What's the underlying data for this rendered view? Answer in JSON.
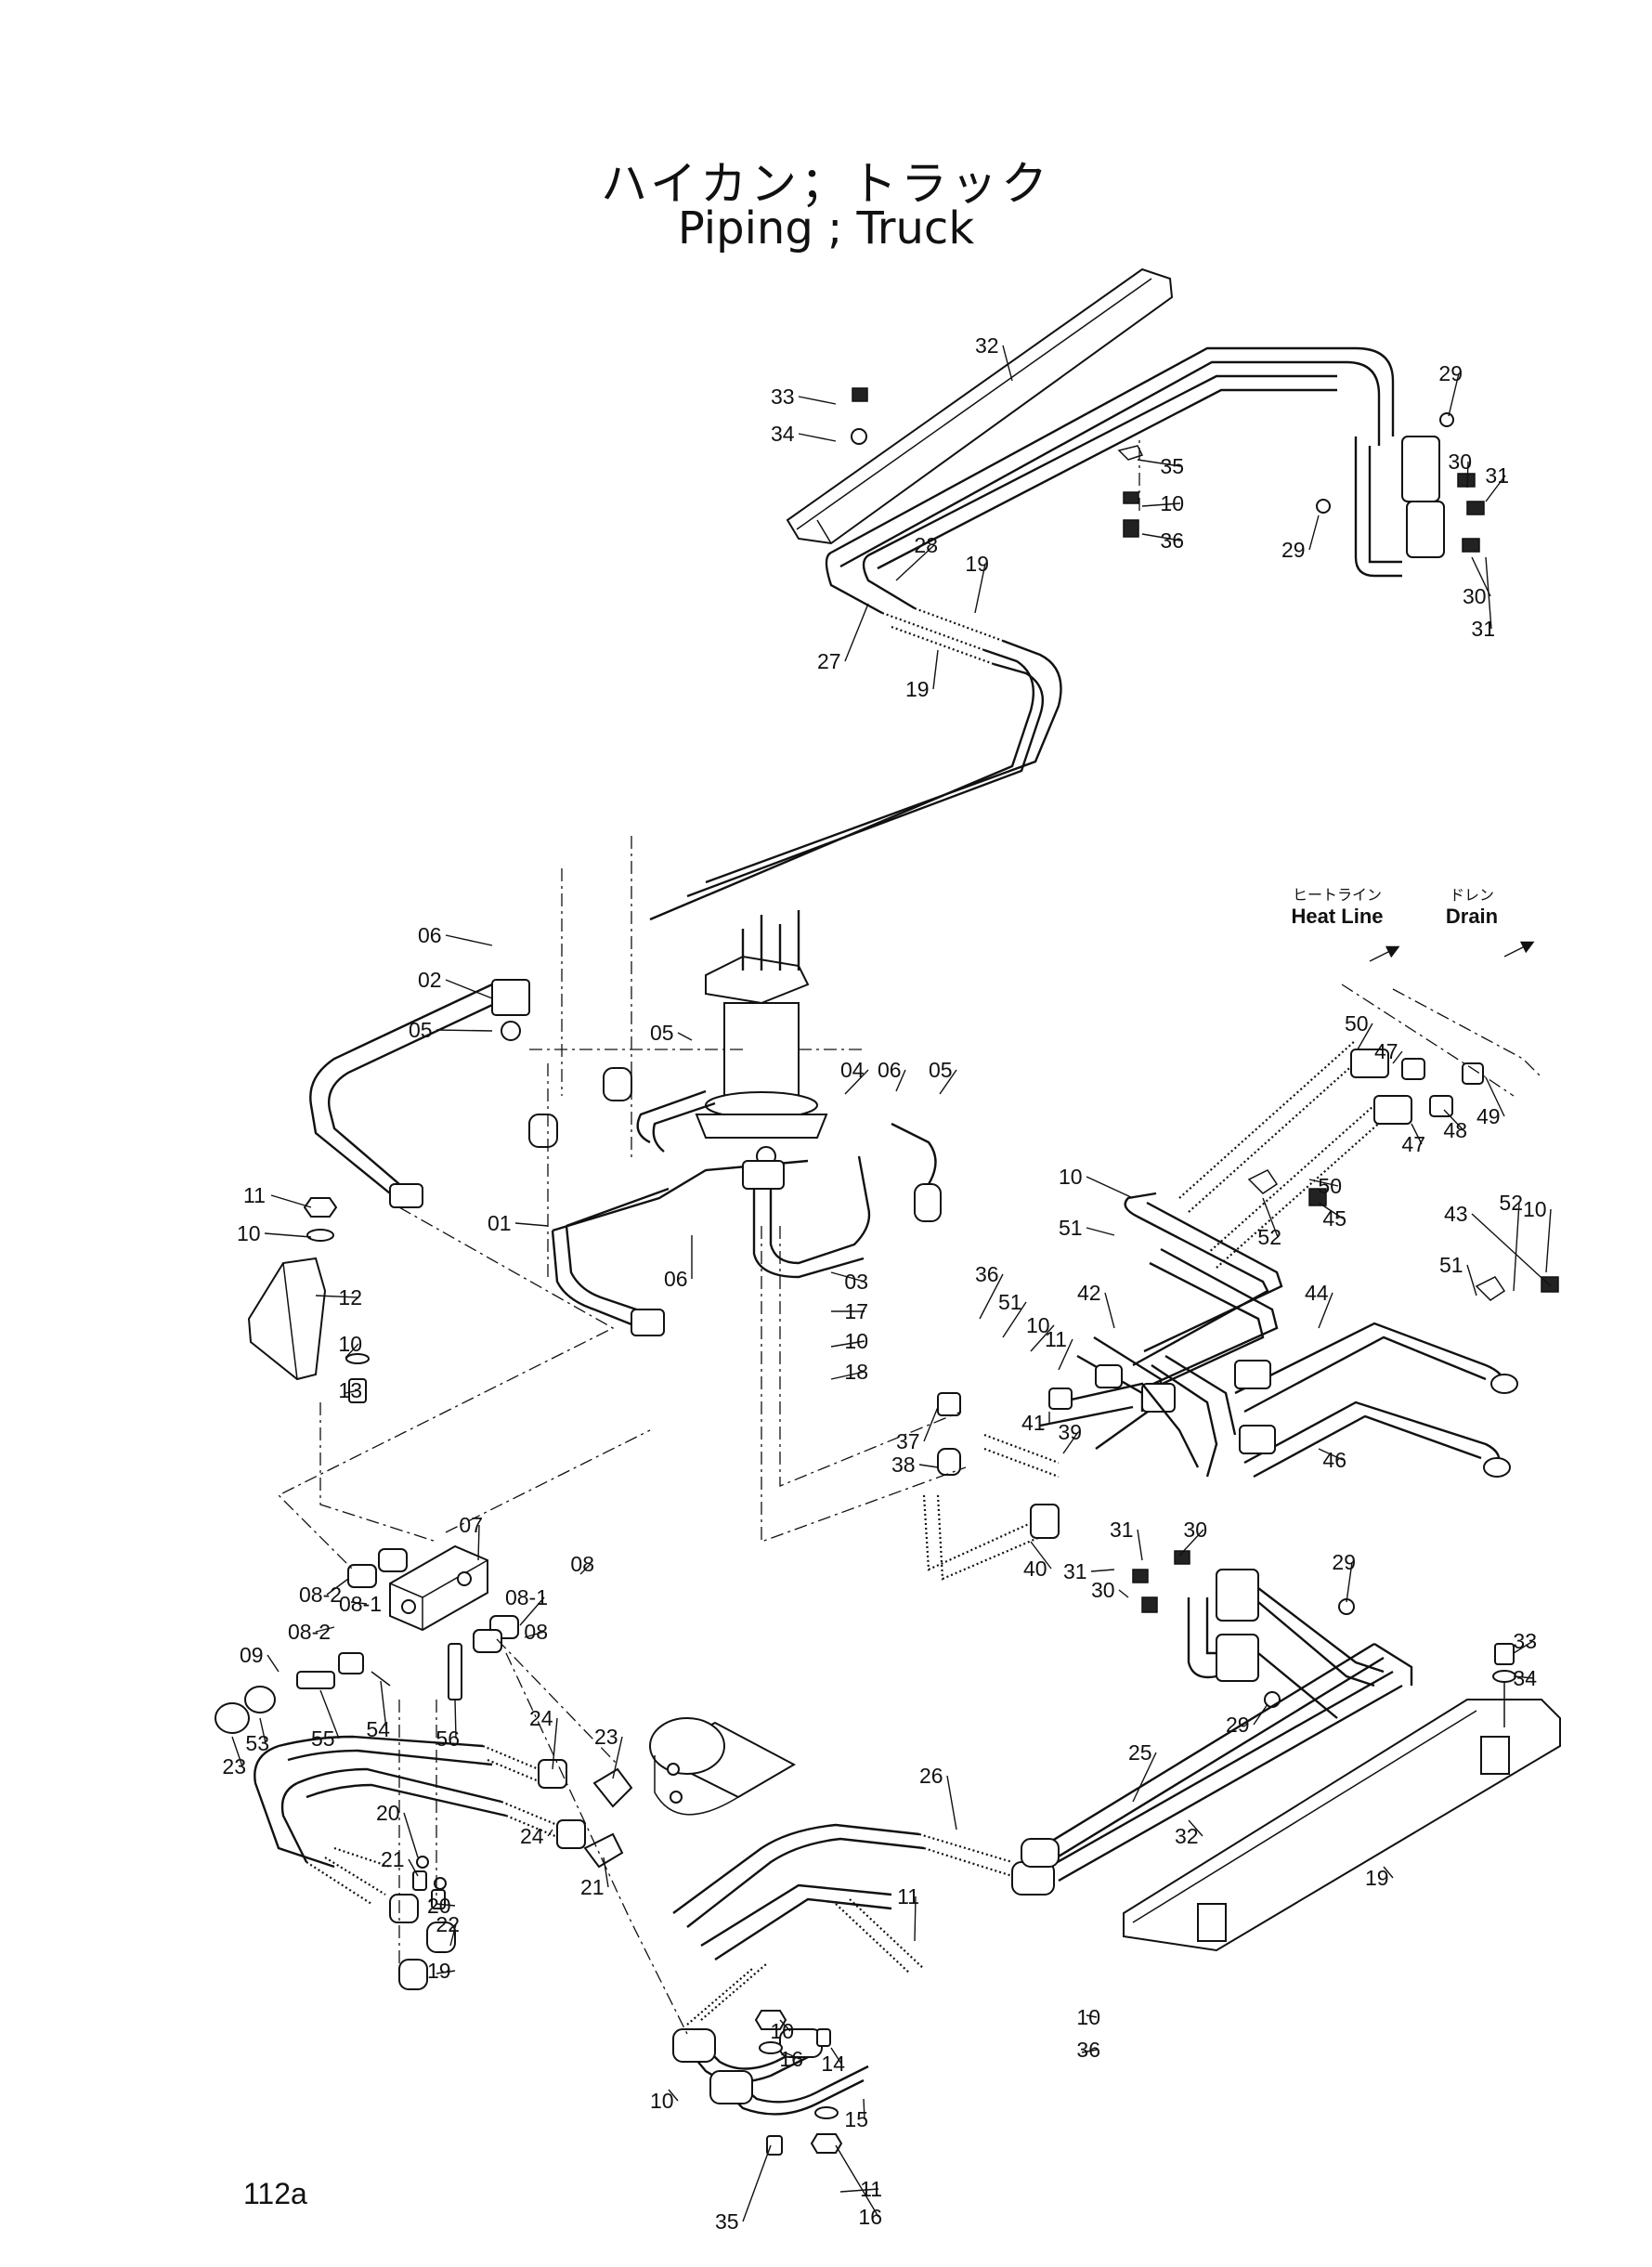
{
  "title": {
    "japanese": "ハイカン；トラック",
    "english": "Piping ; Truck"
  },
  "page_number": "112a",
  "destinations": {
    "heat_line": {
      "jp": "ヒートライン",
      "en": "Heat Line"
    },
    "drain": {
      "jp": "ドレン",
      "en": "Drain"
    }
  },
  "callouts": [
    "32",
    "33",
    "34",
    "35",
    "10",
    "36",
    "29",
    "30",
    "31",
    "29",
    "30",
    "31",
    "28",
    "19",
    "27",
    "19",
    "06",
    "02",
    "05",
    "05",
    "04",
    "06",
    "05",
    "11",
    "10",
    "12",
    "10",
    "13",
    "01",
    "06",
    "03",
    "17",
    "10",
    "18",
    "50",
    "47",
    "49",
    "48",
    "47",
    "50",
    "52",
    "45",
    "10",
    "43",
    "51",
    "52",
    "10",
    "36",
    "51",
    "10",
    "11",
    "42",
    "44",
    "51",
    "41",
    "37",
    "39",
    "38",
    "40",
    "46",
    "31",
    "30",
    "29",
    "31",
    "30",
    "29",
    "33",
    "34",
    "07",
    "08",
    "08-1",
    "08-2",
    "08-2",
    "08-1",
    "08",
    "09",
    "56",
    "54",
    "55",
    "53",
    "23",
    "24",
    "23",
    "24",
    "21",
    "20",
    "21",
    "20",
    "22",
    "19",
    "26",
    "25",
    "32",
    "19",
    "11",
    "10",
    "16",
    "14",
    "15",
    "10",
    "11",
    "16",
    "35",
    "10",
    "36"
  ]
}
